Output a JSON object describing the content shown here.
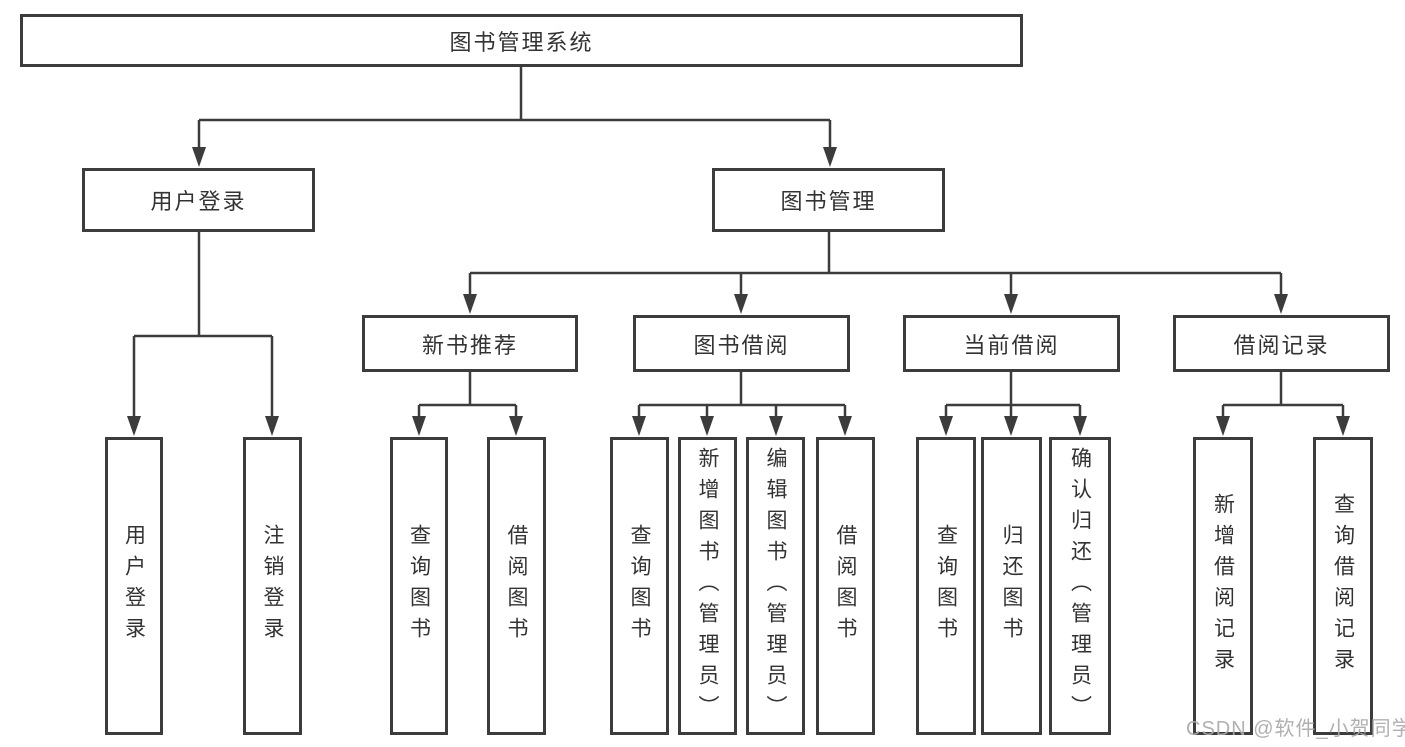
{
  "diagram": {
    "root": {
      "label": "图书管理系统"
    },
    "level2": [
      {
        "label": "用户登录"
      },
      {
        "label": "图书管理"
      }
    ],
    "level3": [
      {
        "label": "新书推荐"
      },
      {
        "label": "图书借阅"
      },
      {
        "label": "当前借阅"
      },
      {
        "label": "借阅记录"
      }
    ],
    "leaves": {
      "user_login": [
        "用户登录",
        "注销登录"
      ],
      "new_book": [
        "查询图书",
        "借阅图书"
      ],
      "book_borrow": [
        "查询图书",
        "新增图书（管理员）",
        "编辑图书（管理员）",
        "借阅图书"
      ],
      "current_borrow": [
        "查询图书",
        "归还图书",
        "确认归还（管理员）"
      ],
      "borrow_record": [
        "新增借阅记录",
        "查询借阅记录"
      ]
    }
  },
  "watermark": {
    "text": "CSDN @软件_小贺同学"
  },
  "colors": {
    "line": "#3c3c3c",
    "text": "#333333",
    "watermark": "#aaaaaa",
    "background": "#ffffff"
  }
}
